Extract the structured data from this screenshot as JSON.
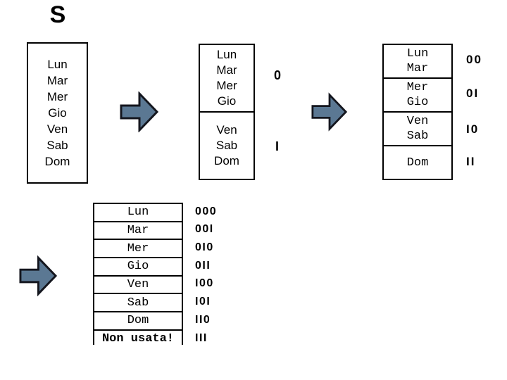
{
  "title": {
    "label": "S"
  },
  "colors": {
    "background": "#ffffff",
    "text": "#000000",
    "box_border": "#000000",
    "arrow_fill": "#5b7893",
    "arrow_stroke": "#14161e"
  },
  "icons": {
    "arrow": "right-block-arrow"
  },
  "step1": {
    "days": [
      "Lun",
      "Mar",
      "Mer",
      "Gio",
      "Ven",
      "Sab",
      "Dom"
    ]
  },
  "step2": {
    "groups": [
      {
        "days": [
          "Lun",
          "Mar",
          "Mer",
          "Gio"
        ],
        "code": "0"
      },
      {
        "days": [
          "Ven",
          "Sab",
          "Dom"
        ],
        "code": "1"
      }
    ]
  },
  "step3": {
    "groups": [
      {
        "days": [
          "Lun",
          "Mar"
        ],
        "code": "00"
      },
      {
        "days": [
          "Mer",
          "Gio"
        ],
        "code": "01"
      },
      {
        "days": [
          "Ven",
          "Sab"
        ],
        "code": "10"
      },
      {
        "days": [
          "Dom"
        ],
        "code": "11"
      }
    ]
  },
  "step4": {
    "rows": [
      {
        "label": "Lun",
        "code": "000"
      },
      {
        "label": "Mar",
        "code": "001"
      },
      {
        "label": "Mer",
        "code": "010"
      },
      {
        "label": "Gio",
        "code": "011"
      },
      {
        "label": "Ven",
        "code": "100"
      },
      {
        "label": "Sab",
        "code": "101"
      },
      {
        "label": "Dom",
        "code": "110"
      },
      {
        "label": "Non usata!",
        "code": "111",
        "bold": true
      }
    ]
  }
}
